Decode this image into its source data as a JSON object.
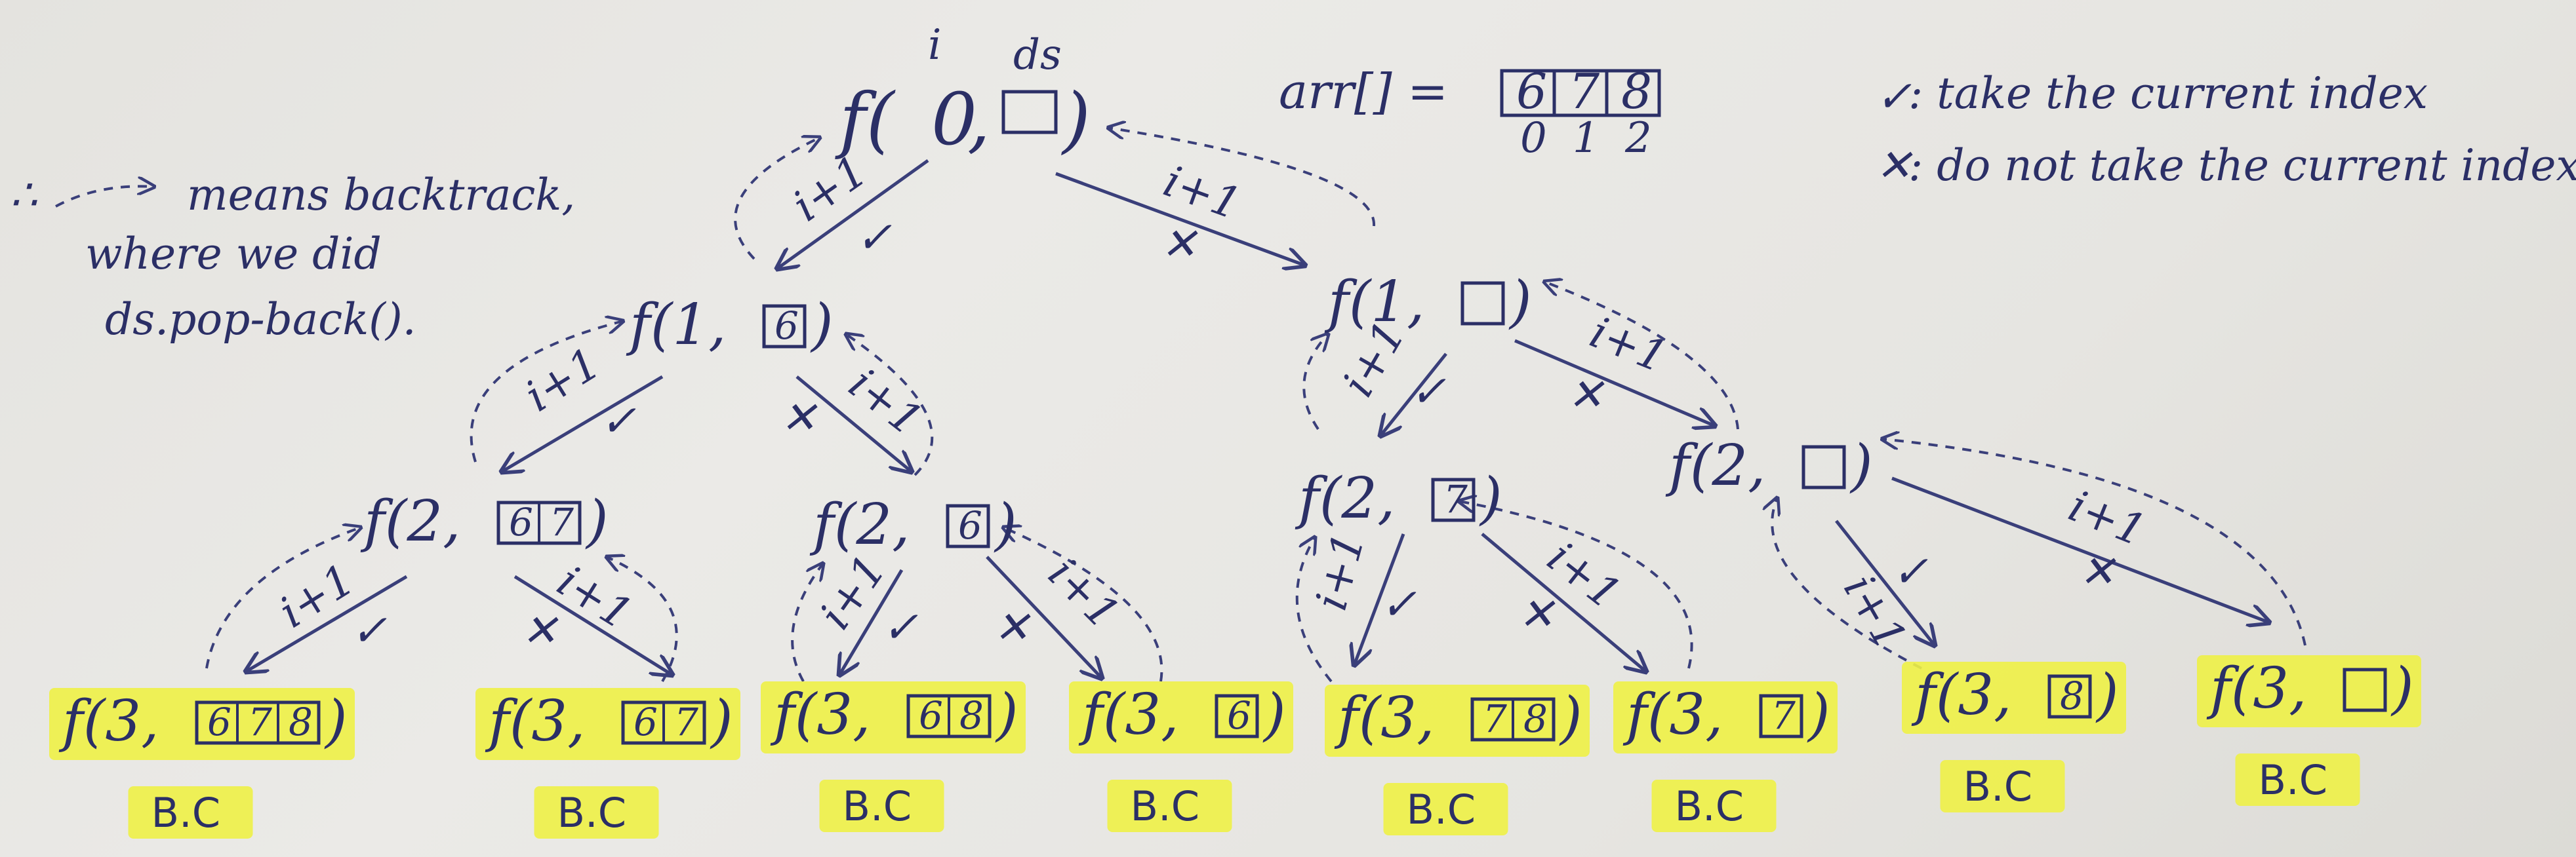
{
  "root": {
    "fn": "f(",
    "index": "0",
    "close": ")",
    "i_label": "i",
    "ds_label": "ds"
  },
  "array": {
    "label": "arr[] =",
    "values": [
      "6",
      "7",
      "8"
    ],
    "indices": [
      "0",
      "1",
      "2"
    ]
  },
  "legend": {
    "take": ": take the current index",
    "not_take": ": do not take the current index",
    "backtrack_line1": "means backtrack,",
    "backtrack_line2": "where we did",
    "backtrack_line3": "ds.pop-back()."
  },
  "edge_labels": {
    "inc": "i+1",
    "take_mark": "✓",
    "skip_mark": "✕"
  },
  "nodes": {
    "n1a": {
      "prefix": "f(1,",
      "cells": [
        "6"
      ]
    },
    "n1b": {
      "prefix": "f(1,",
      "cells": []
    },
    "n2a": {
      "prefix": "f(2,",
      "cells": [
        "6",
        "7"
      ]
    },
    "n2b": {
      "prefix": "f(2,",
      "cells": [
        "6"
      ]
    },
    "n2c": {
      "prefix": "f(2,",
      "cells": [
        "7"
      ]
    },
    "n2d": {
      "prefix": "f(2,",
      "cells": []
    }
  },
  "leaves": [
    {
      "prefix": "f(3,",
      "cells": [
        "6",
        "7",
        "8"
      ],
      "tag": "B.C"
    },
    {
      "prefix": "f(3,",
      "cells": [
        "6",
        "7"
      ],
      "tag": "B.C"
    },
    {
      "prefix": "f(3,",
      "cells": [
        "6",
        "8"
      ],
      "tag": "B.C"
    },
    {
      "prefix": "f(3,",
      "cells": [
        "6"
      ],
      "tag": "B.C"
    },
    {
      "prefix": "f(3,",
      "cells": [
        "7",
        "8"
      ],
      "tag": "B.C"
    },
    {
      "prefix": "f(3,",
      "cells": [
        "7"
      ],
      "tag": "B.C"
    },
    {
      "prefix": "f(3,",
      "cells": [
        "8"
      ],
      "tag": "B.C"
    },
    {
      "prefix": "f(3,",
      "cells": [],
      "tag": "B.C"
    }
  ],
  "colors": {
    "ink": "#2b2f66",
    "highlight": "#eef146",
    "paper": "#e6e5e1"
  }
}
